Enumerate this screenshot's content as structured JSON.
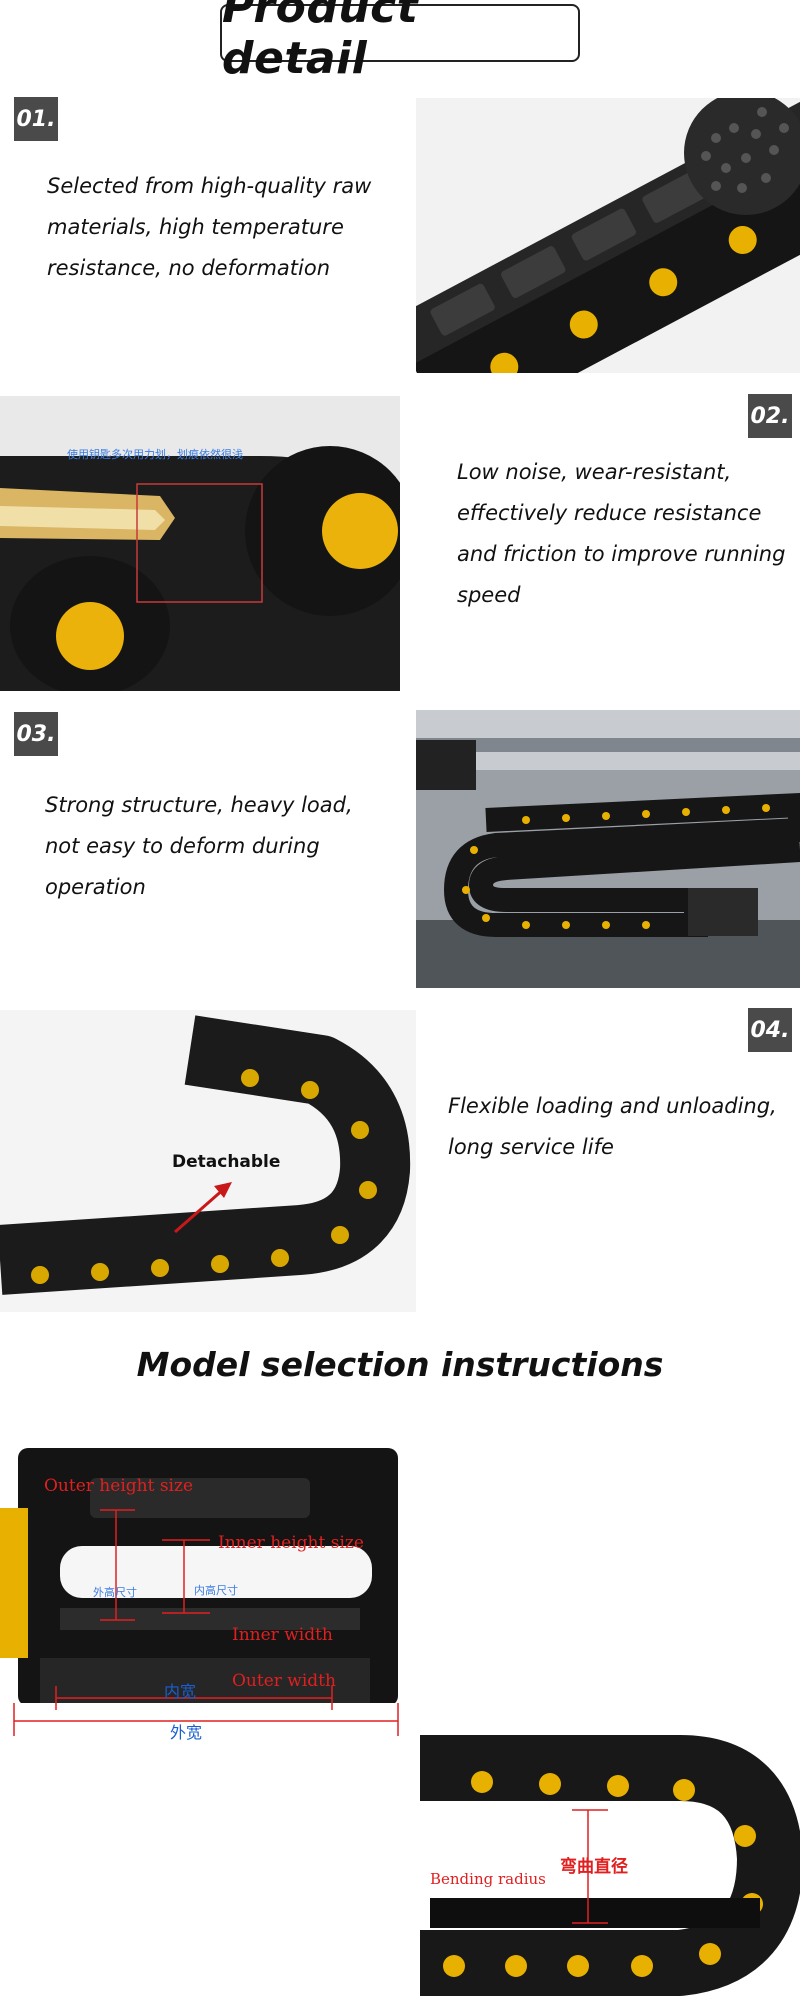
{
  "header": {
    "title": "Product detail"
  },
  "features": [
    {
      "number": "01.",
      "lines": [
        "Selected from high-quality raw",
        "materials, high temperature",
        "resistance, no deformation"
      ]
    },
    {
      "number": "02.",
      "lines": [
        "Low noise, wear-resistant,",
        " effectively reduce resistance",
        "and friction to improve running",
        "speed"
      ]
    },
    {
      "number": "03.",
      "lines": [
        "Strong structure, heavy load,",
        " not easy to deform during",
        "operation"
      ]
    },
    {
      "number": "04.",
      "lines": [
        "Flexible loading and unloading,",
        "long service life"
      ]
    }
  ],
  "photo2": {
    "caption": "使用钥匙多次用力划，划痕依然很浅"
  },
  "photo4": {
    "label": "Detachable"
  },
  "model_section": {
    "title": "Model selection instructions"
  },
  "dimension_photo": {
    "outer_height": "Outer height size",
    "inner_height": "Inner height size",
    "outer_height_cn": "外高尺寸",
    "inner_height_cn": "内高尺寸",
    "inner_width": "Inner width",
    "outer_width": "Outer width",
    "inner_width_cn": "内宽",
    "outer_width_cn": "外宽"
  },
  "bend_photo": {
    "bending_radius": "Bending radius",
    "bending_radius_cn": "弯曲直径"
  },
  "colors": {
    "badge": "#4a4a4a",
    "chain": "#1a1a1a",
    "pin": "#e8b000",
    "annotation_red": "#e02020",
    "annotation_blue": "#1a5fd0"
  }
}
